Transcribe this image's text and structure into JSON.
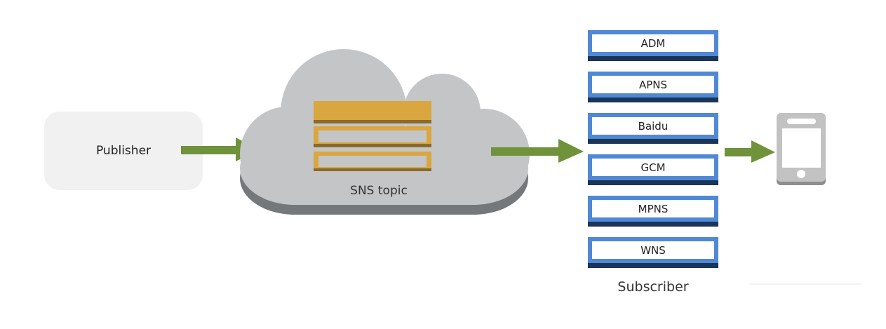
{
  "publisher": {
    "label": "Publisher"
  },
  "topic": {
    "label": "SNS topic",
    "icon": "sns-topic-stack-icon"
  },
  "subscribers": {
    "label": "Subscriber",
    "items": [
      {
        "label": "ADM"
      },
      {
        "label": "APNS"
      },
      {
        "label": "Baidu"
      },
      {
        "label": "GCM"
      },
      {
        "label": "MPNS"
      },
      {
        "label": "WNS"
      }
    ]
  },
  "endpoint": {
    "icon": "mobile-device-icon"
  },
  "colors": {
    "arrow": "#6f923a",
    "cloud": "#c4c5c7",
    "cloud_shadow": "#75787b",
    "topic_gold": "#d9a640",
    "topic_dark": "#8b6b2c",
    "subscriber_blue": "#4f88d6",
    "subscriber_navy": "#1b3558",
    "device_gray": "#c2c2c2"
  }
}
